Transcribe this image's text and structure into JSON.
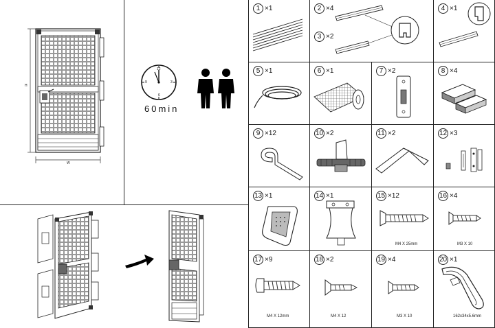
{
  "overview": {
    "dim_height": "H",
    "dim_width": "W"
  },
  "info": {
    "time": "60min",
    "clock_numbers": [
      "12",
      "3",
      "6",
      "9"
    ]
  },
  "parts": [
    {
      "num": "1",
      "qty": "×1",
      "spec": ""
    },
    {
      "num": "2",
      "qty": "×4",
      "spec": ""
    },
    {
      "num": "3",
      "qty": "×2",
      "spec": ""
    },
    {
      "num": "4",
      "qty": "×1",
      "spec": ""
    },
    {
      "num": "5",
      "qty": "×1",
      "spec": ""
    },
    {
      "num": "6",
      "qty": "×1",
      "spec": ""
    },
    {
      "num": "7",
      "qty": "×2",
      "spec": ""
    },
    {
      "num": "8",
      "qty": "×4",
      "spec": ""
    },
    {
      "num": "9",
      "qty": "×12",
      "spec": ""
    },
    {
      "num": "10",
      "qty": "×2",
      "spec": ""
    },
    {
      "num": "11",
      "qty": "×2",
      "spec": ""
    },
    {
      "num": "12",
      "qty": "×3",
      "spec": ""
    },
    {
      "num": "13",
      "qty": "×1",
      "spec": ""
    },
    {
      "num": "14",
      "qty": "×1",
      "spec": ""
    },
    {
      "num": "15",
      "qty": "×12",
      "spec": "M4 X 25mm"
    },
    {
      "num": "16",
      "qty": "×4",
      "spec": "M3 X 10"
    },
    {
      "num": "17",
      "qty": "×9",
      "spec": "M4 X 12mm"
    },
    {
      "num": "18",
      "qty": "×2",
      "spec": "M4 X 12"
    },
    {
      "num": "19",
      "qty": "×4",
      "spec": "M3 X 10"
    },
    {
      "num": "20",
      "qty": "×1",
      "spec": "162x34x5.6mm"
    }
  ]
}
